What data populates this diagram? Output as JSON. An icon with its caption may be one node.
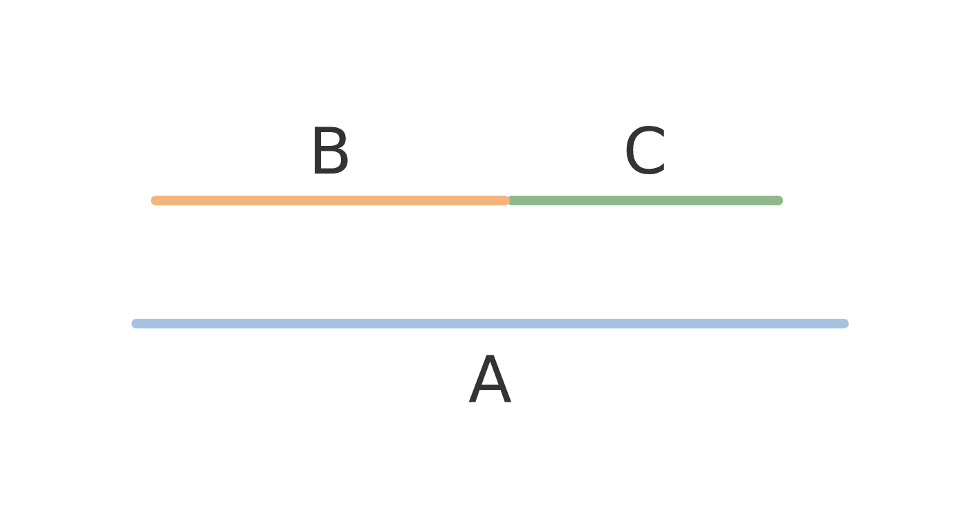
{
  "diagram": {
    "nodes": [
      {
        "text": [
          "B"
        ]
      },
      {
        "text": [
          "C"
        ]
      },
      {
        "text": [
          "A"
        ]
      }
    ]
  }
}
